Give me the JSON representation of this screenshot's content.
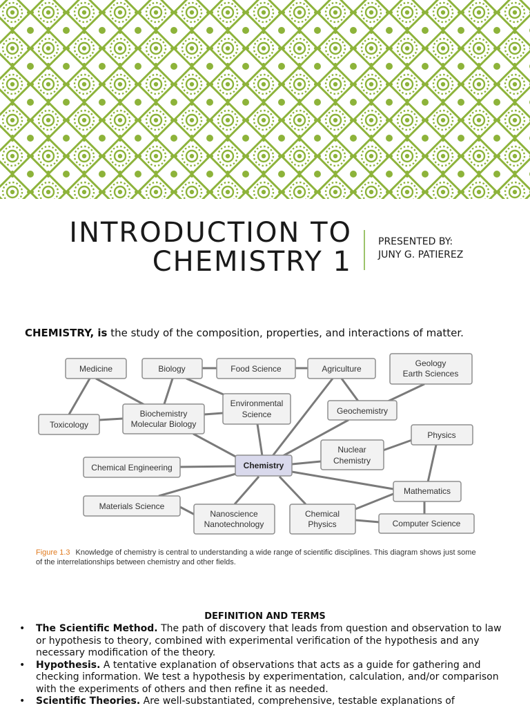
{
  "slide": {
    "title_line1": "INTRODUCTION TO",
    "title_line2": "CHEMISTRY 1",
    "presented_by_label": "PRESENTED BY:",
    "presenter_name": "JUNY G. PATIEREZ"
  },
  "definition": {
    "term": "CHEMISTRY, is",
    "text": " the study of the composition, properties, and interactions of matter."
  },
  "diagram": {
    "center": "Chemistry",
    "nodes": {
      "medicine": "Medicine",
      "biology": "Biology",
      "food_science": "Food Science",
      "agriculture": "Agriculture",
      "geology_1": "Geology",
      "geology_2": "Earth Sciences",
      "toxicology": "Toxicology",
      "biochem_1": "Biochemistry",
      "biochem_2": "Molecular Biology",
      "env_1": "Environmental",
      "env_2": "Science",
      "geochemistry": "Geochemistry",
      "physics": "Physics",
      "nuclear_1": "Nuclear",
      "nuclear_2": "Chemistry",
      "chem_eng": "Chemical Engineering",
      "mathematics": "Mathematics",
      "materials": "Materials Science",
      "nano_1": "Nanoscience",
      "nano_2": "Nanotechnology",
      "chem_phys_1": "Chemical",
      "chem_phys_2": "Physics",
      "computer_science": "Computer Science"
    },
    "caption_label": "Figure 1.3",
    "caption_text": "Knowledge of chemistry is central to understanding a wide range of scientific disciplines. This diagram shows just some of the interrelationships between chemistry and other fields."
  },
  "definitions_section": {
    "heading": "DEFINITION AND TERMS",
    "bullet_char": "•",
    "items": [
      {
        "term": "The Scientific Method.",
        "text": " The path of discovery that leads from question and observation to law or hypothesis to theory, combined with experimental verification of the hypothesis and any necessary modification of the theory."
      },
      {
        "term": "Hypothesis.",
        "text": " A  tentative explanation of observations that acts as a guide for gathering and checking information. We test a hypothesis by experimentation, calculation, and/or comparison with the experiments of others and then refine it as needed."
      },
      {
        "term": "Scientific Theories.",
        "text": " Are well-substantiated, comprehensive, testable explanations of"
      }
    ]
  },
  "colors": {
    "pattern_green": "#8db33a",
    "divider_green": "#9cc36b",
    "figure_label_orange": "#e07a1f",
    "center_node_fill": "#d9d9ec"
  },
  "icons": [
    "decorative-pattern-banner",
    "bullet-icon"
  ]
}
